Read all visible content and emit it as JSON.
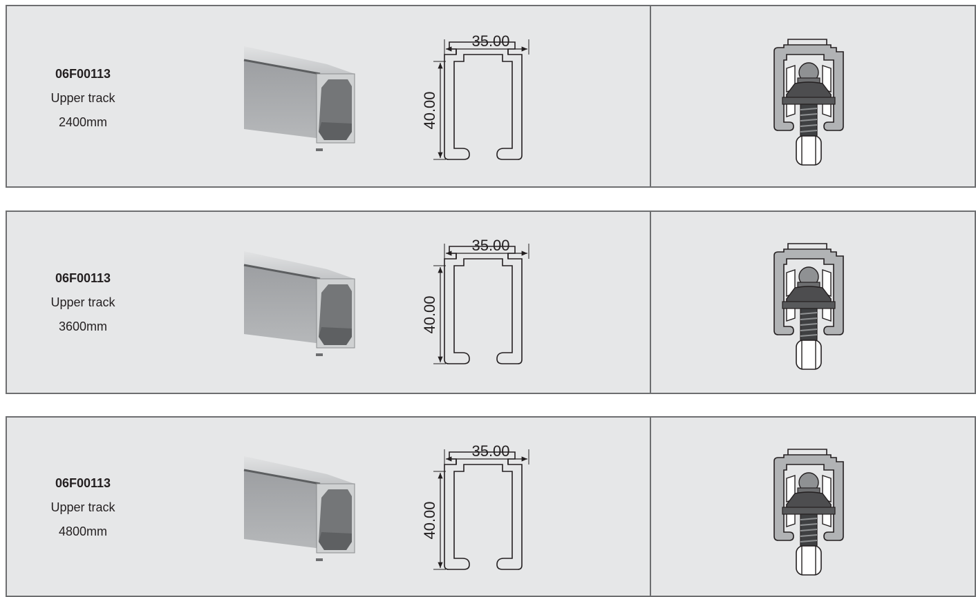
{
  "products": [
    {
      "code": "06F00113",
      "name": "Upper track",
      "length": "2400mm",
      "dim_width": "35.00",
      "dim_height": "40.00"
    },
    {
      "code": "06F00113",
      "name": "Upper track",
      "length": "3600mm",
      "dim_width": "35.00",
      "dim_height": "40.00"
    },
    {
      "code": "06F00113",
      "name": "Upper track",
      "length": "4800mm",
      "dim_width": "35.00",
      "dim_height": "40.00"
    }
  ],
  "colors": {
    "card_bg": "#e6e7e8",
    "border": "#6d6e70",
    "profile_gray": "#b1b3b5",
    "roller_dark": "#4d4d4f"
  }
}
